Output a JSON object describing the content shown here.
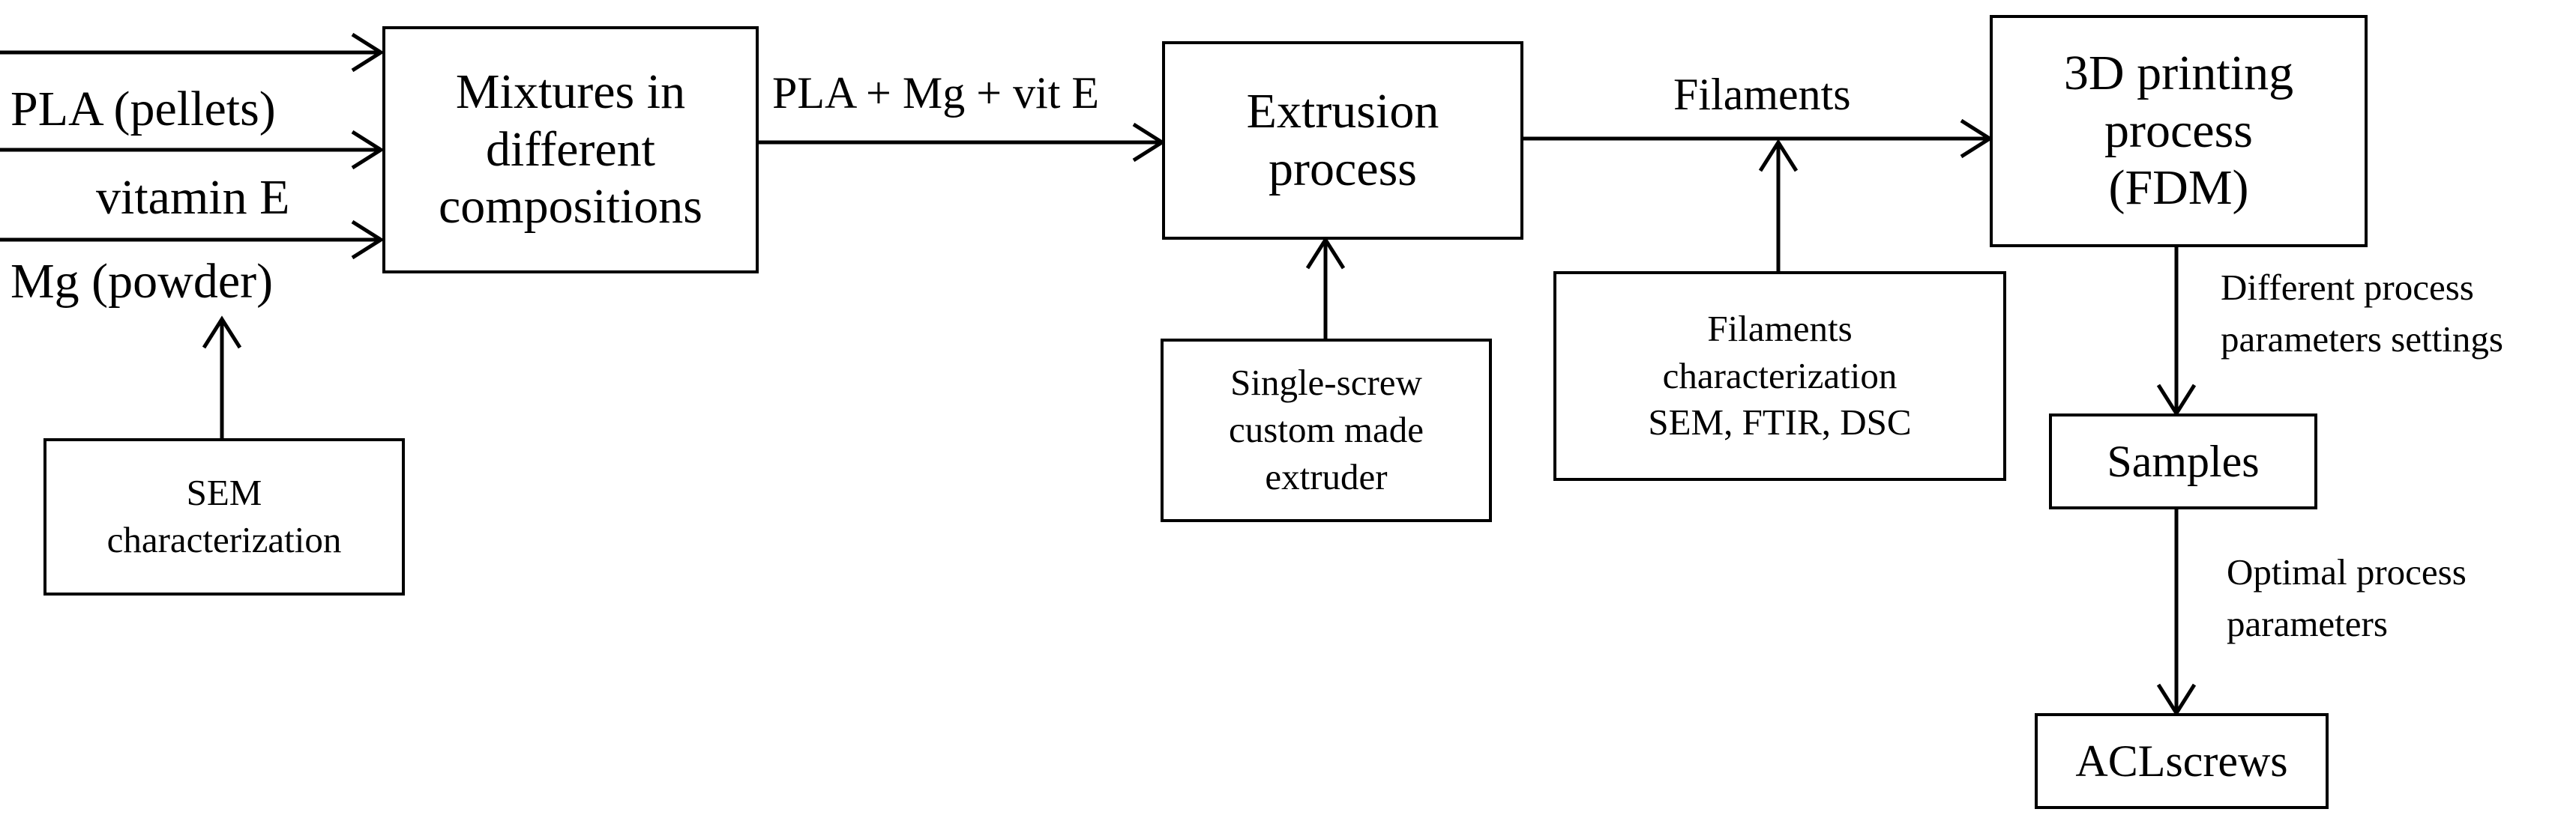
{
  "inputs": {
    "pla": "PLA (pellets)",
    "vitamin": "vitamin  E",
    "mg": "Mg (powder)"
  },
  "boxes": {
    "sem": [
      "SEM",
      "characterization"
    ],
    "mixtures": [
      "Mixtures in",
      "different",
      "compositions"
    ],
    "extrusion": [
      "Extrusion",
      "process"
    ],
    "extruder": [
      "Single-screw",
      "custom made",
      "extruder"
    ],
    "filament_char": [
      "Filaments",
      "characterization",
      "SEM, FTIR,  DSC"
    ],
    "printing": [
      "3D printing",
      "process",
      "(FDM)"
    ],
    "samples": "Samples",
    "acl": "ACLscrews"
  },
  "edge_labels": {
    "mixture_flow": "PLA + Mg + vit E",
    "filaments": "Filaments",
    "different_settings": [
      "Different process",
      "parameters settings"
    ],
    "optimal": [
      "Optimal process",
      "parameters"
    ]
  }
}
